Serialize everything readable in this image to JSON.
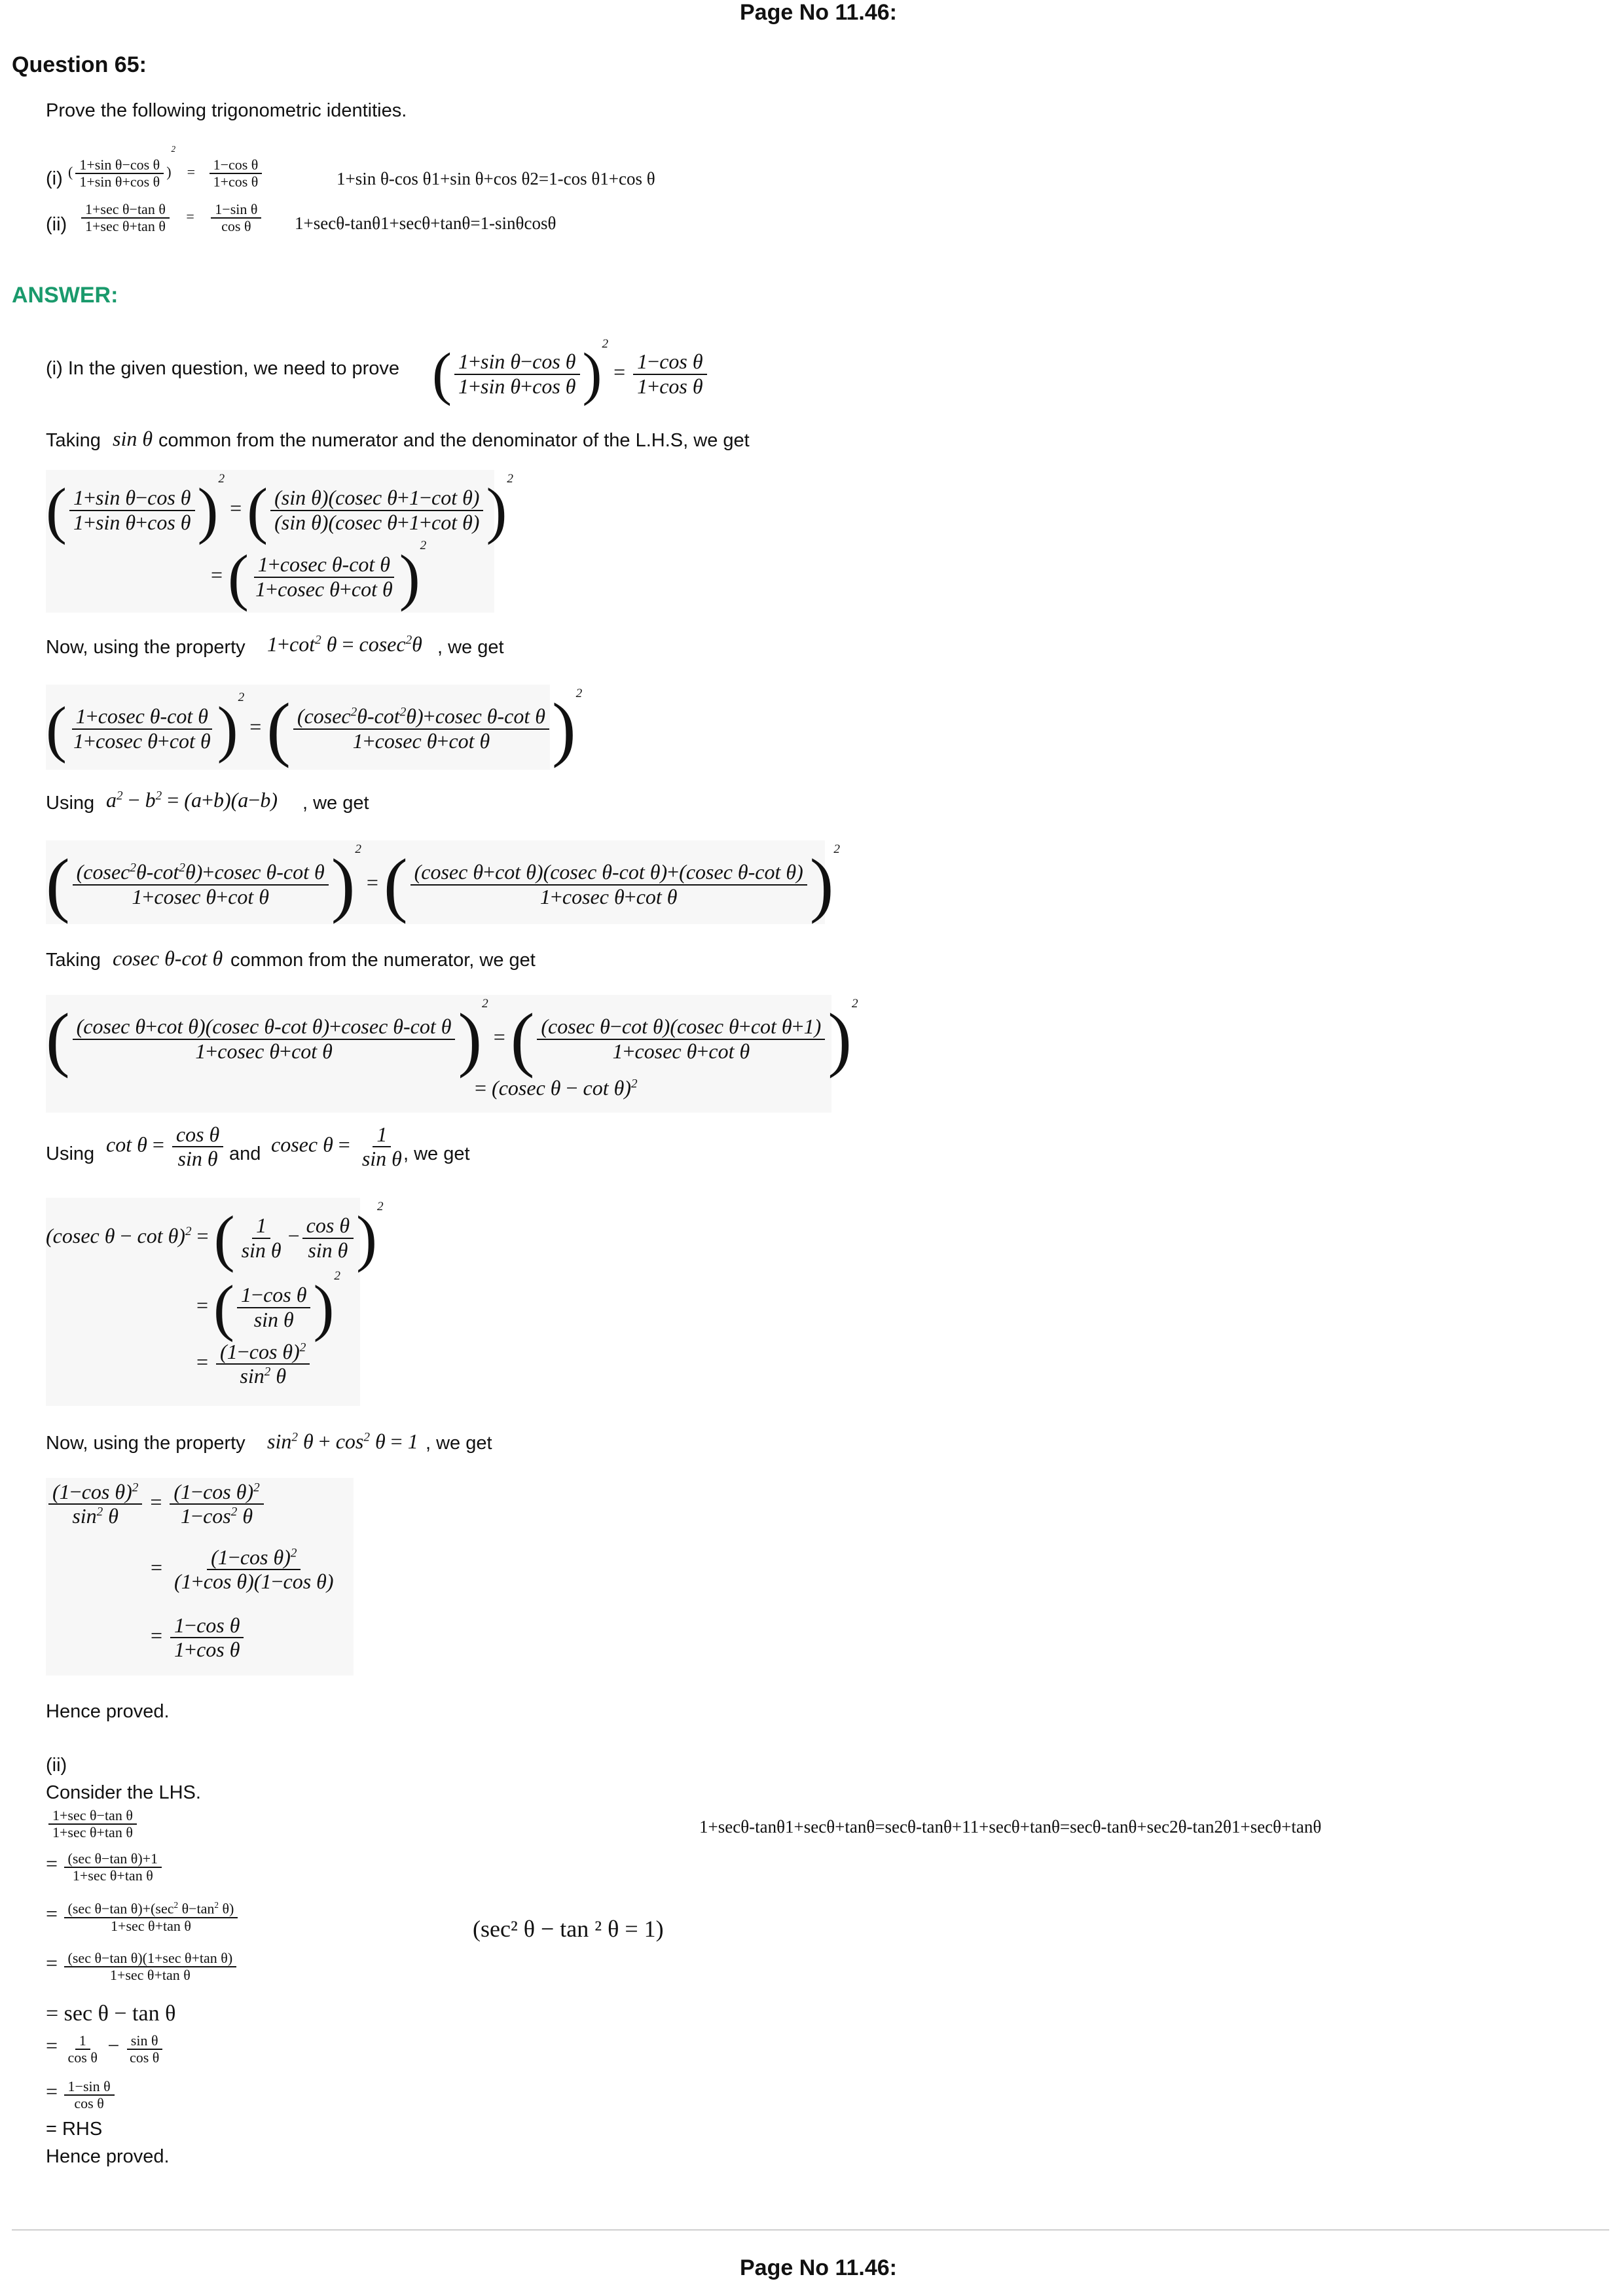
{
  "page_header": "Page No 11.46:",
  "question_label": "Question 65:",
  "instruction": "Prove the following trigonometric identities.",
  "q_i_label": "(i)",
  "q_i_text": "1+sin θ-cos θ1+sin θ+cos θ2=1-cos θ1+cos θ",
  "q_ii_label": "(ii)",
  "q_ii_text": "1+secθ-tanθ1+secθ+tanθ=1-sinθcosθ",
  "answer_label": "ANSWER:",
  "part_i": {
    "intro": "(i) In the given question, we need to prove",
    "taking_a": "Taking",
    "taking_b": "common from the numerator and the denominator of the L.H.S, we get",
    "now_using": "Now, using the property",
    "we_get": ", we get",
    "using": "Using",
    "taking2_a": "Taking",
    "taking2_b": "common from the numerator, we get",
    "and": "and",
    "now_using2": "Now, using the property",
    "hence": "Hence proved."
  },
  "part_ii": {
    "label": "(ii)",
    "consider": "Consider the LHS.",
    "side_text": "1+secθ-tanθ1+secθ+tanθ=secθ-tanθ+11+secθ+tanθ=secθ-tanθ+sec2θ-tan2θ1+secθ+tanθ",
    "identity": "(sec² θ − tan ² θ = 1)",
    "rhs": "= RHS",
    "hence": "Hence proved."
  },
  "page_footer": "Page No 11.46:"
}
